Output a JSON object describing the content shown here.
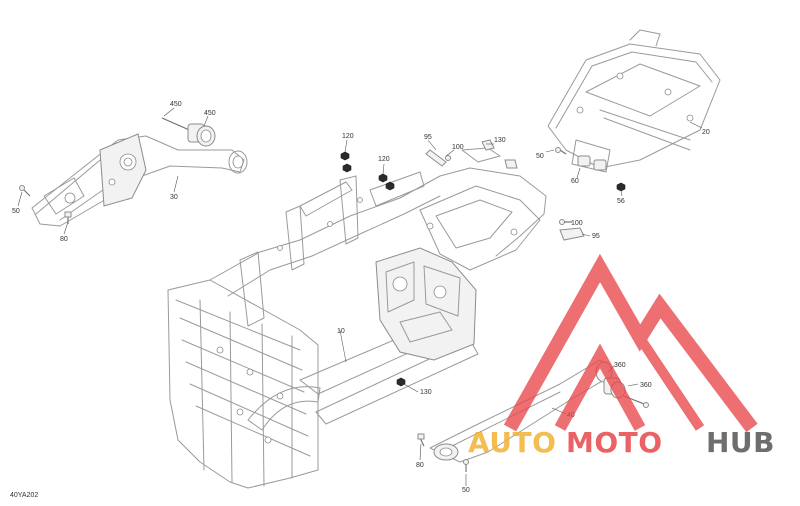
{
  "figure": {
    "reference_code": "40YA202",
    "callouts": {
      "c450_top": "450",
      "c450_bushing": "450",
      "c30": "30",
      "c50_left": "50",
      "c80_left": "80",
      "c120_a": "120",
      "c120_b": "120",
      "c95_top": "95",
      "c100_top": "100",
      "c130_top": "130",
      "c10": "10",
      "c130_mid": "130",
      "c20": "20",
      "c50_right": "50",
      "c60": "60",
      "c56": "56",
      "c100_right": "100",
      "c95_right": "95",
      "c360_a": "360",
      "c360_b": "360",
      "c40": "40",
      "c80_bottom": "80",
      "c50_bottom": "50"
    }
  },
  "watermark": {
    "brand_auto": "AUTO",
    "brand_moto": "MOTO",
    "brand_hub": "HUB",
    "colors": {
      "triangle": "#e8474a",
      "auto": "#f2b233",
      "moto": "#e8474a",
      "hub": "#555555"
    }
  }
}
